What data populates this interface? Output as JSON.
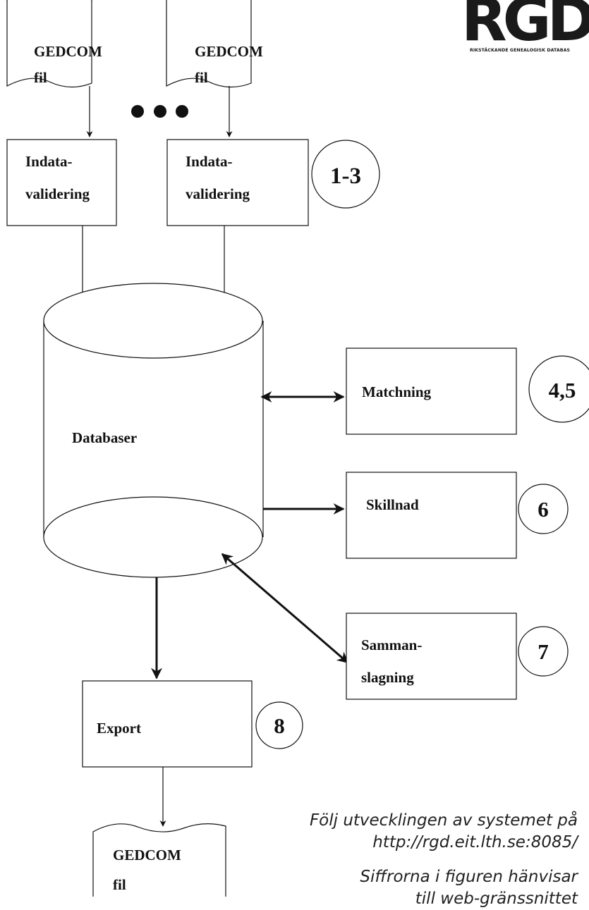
{
  "logo": {
    "text": "RGD",
    "subtitle": "RIKSTÄCKANDE GENEALOGISK DATABAS"
  },
  "inputs": {
    "file1": {
      "line1": "GEDCOM",
      "line2": "fil"
    },
    "file2": {
      "line1": "GEDCOM",
      "line2": "fil"
    }
  },
  "validation": {
    "box1": {
      "line1": "Indata-",
      "line2": "validering"
    },
    "box2": {
      "line1": "Indata-",
      "line2": "validering"
    },
    "ref": "1-3"
  },
  "database": {
    "label": "Databaser"
  },
  "processes": {
    "matching": {
      "label": "Matchning",
      "ref": "4,5"
    },
    "difference": {
      "label": "Skillnad",
      "ref": "6"
    },
    "merge": {
      "line1": "Samman-",
      "line2": "slagning",
      "ref": "7"
    }
  },
  "export": {
    "label": "Export",
    "ref": "8"
  },
  "output_file": {
    "line1": "GEDCOM",
    "line2": "fil"
  },
  "notes": {
    "line1": "Följ utvecklingen av systemet på",
    "line2": "http://rgd.eit.lth.se:8085/",
    "line3": "Siffrorna i figuren hänvisar",
    "line4": "till web-gränssnittet"
  }
}
